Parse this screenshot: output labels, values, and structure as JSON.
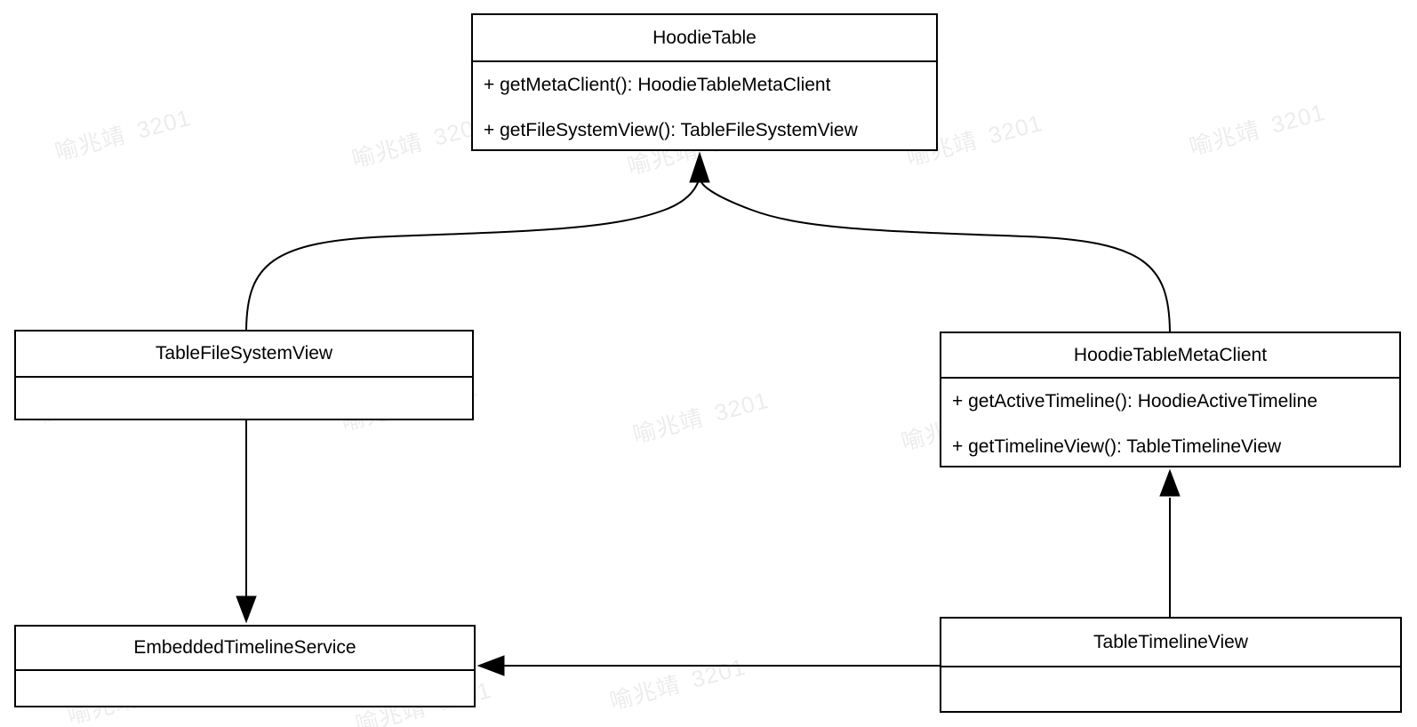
{
  "diagram": {
    "type": "uml-class-diagram",
    "line_color": "#000000",
    "box_fill": "#ffffff",
    "classes": [
      {
        "name": "HoodieTable",
        "methods": [
          "+ getMetaClient(): HoodieTableMetaClient",
          "+ getFileSystemView(): TableFileSystemView"
        ]
      },
      {
        "name": "TableFileSystemView",
        "methods": []
      },
      {
        "name": "HoodieTableMetaClient",
        "methods": [
          "+ getActiveTimeline(): HoodieActiveTimeline",
          "+ getTimelineView(): TableTimelineView"
        ]
      },
      {
        "name": "EmbeddedTimelineService",
        "methods": []
      },
      {
        "name": "TableTimelineView",
        "methods": []
      }
    ],
    "relations": [
      {
        "from": "TableFileSystemView",
        "to": "HoodieTable",
        "style": "curved-line-arrow-up"
      },
      {
        "from": "HoodieTableMetaClient",
        "to": "HoodieTable",
        "style": "curved-line-arrow-up"
      },
      {
        "from": "TableFileSystemView",
        "to": "EmbeddedTimelineService",
        "style": "straight-arrow-down"
      },
      {
        "from": "TableTimelineView",
        "to": "HoodieTableMetaClient",
        "style": "straight-arrow-up"
      },
      {
        "from": "TableTimelineView",
        "to": "EmbeddedTimelineService",
        "style": "straight-arrow-left"
      }
    ]
  },
  "watermark": {
    "text": "喻兆靖 3201",
    "color": "#ececec"
  }
}
